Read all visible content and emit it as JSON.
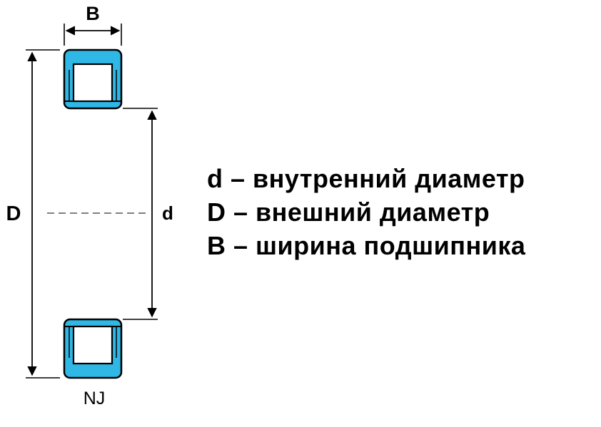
{
  "diagram": {
    "bearing_type_label": "NJ",
    "dimensions": {
      "width_label": "B",
      "outer_diameter_label": "D",
      "inner_diameter_label": "d"
    },
    "colors": {
      "ring_fill": "#2fb7e5",
      "outline": "#000000"
    }
  },
  "legend": {
    "items": [
      {
        "text": "d – внутренний диаметр"
      },
      {
        "text": "D – внешний диаметр"
      },
      {
        "text": "B – ширина подшипника"
      }
    ]
  }
}
